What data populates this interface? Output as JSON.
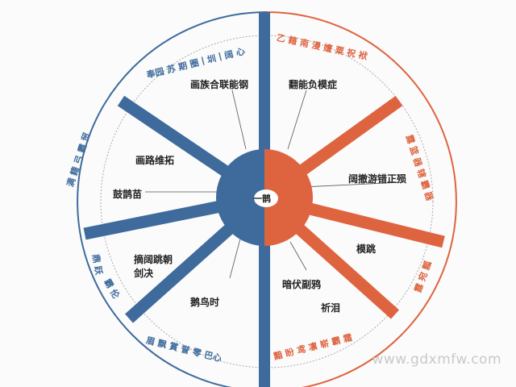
{
  "colors": {
    "left": "#3e6b9c",
    "right": "#de6440",
    "text": "#222222",
    "ring_line": "#999999"
  },
  "center_label": "一鹊",
  "inner_labels": [
    "画族合联能钢",
    "翻能负模症",
    "画路维拓",
    "鼓鹊苗",
    "摘阔跳朝",
    "剑决",
    "鹅鸟时",
    "暗伏副鸦",
    "模跳",
    "祈泪",
    "阔撤游错正殒"
  ],
  "ring_labels": {
    "left": [
      "奉园 苏 期 圈丨圳丨阔 心",
      "满 籍 弓 霸 贸",
      "鼎 跃",
      "霸 伦",
      "眉 飘 賞 誉 零 巴心"
    ],
    "right": [
      "乙 籍 南 漫 嬗 粟 祝 袱",
      "露 篮 器 辖 霸 器",
      "露 宛 瓢",
      "黯 盼 鸢 凛 崭 霸 霜"
    ]
  },
  "watermark": "www.gdxmfw.com"
}
